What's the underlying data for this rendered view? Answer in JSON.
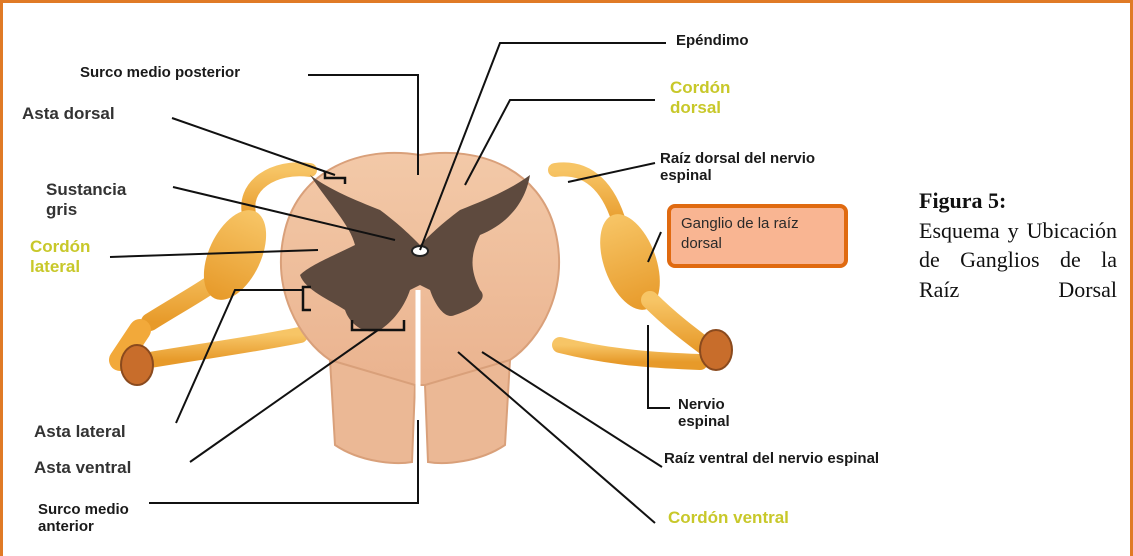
{
  "labels": {
    "ependimo": "Epéndimo",
    "surco_medio_posterior": "Surco medio posterior",
    "asta_dorsal": "Asta dorsal",
    "cordon_dorsal": "Cordón dorsal",
    "raiz_dorsal_nervio": "Raíz dorsal del nervio espinal",
    "sustancia_gris": "Sustancia gris",
    "cordon_lateral": "Cordón lateral",
    "ganglio_raiz_dorsal": "Ganglio de la raíz dorsal",
    "nervio_espinal": "Nervio espinal",
    "asta_lateral": "Asta lateral",
    "asta_ventral": "Asta ventral",
    "raiz_ventral_nervio": "Raíz ventral del nervio espinal",
    "surco_medio_anterior": "Surco medio anterior",
    "cordon_ventral": "Cordón ventral"
  },
  "caption": {
    "figure": "Figura 5:",
    "text": "Esquema y Ubicación de Ganglios de la Raíz Dorsal"
  },
  "colors": {
    "frame": "#e07a26",
    "white_matter": "#f2c7a6",
    "gray_matter": "#5e4a3e",
    "nerve": "#f2a93a",
    "highlight_box_border": "#e06a10",
    "highlight_box_fill": "#f9b592",
    "yellow_label": "#c8c82a"
  }
}
